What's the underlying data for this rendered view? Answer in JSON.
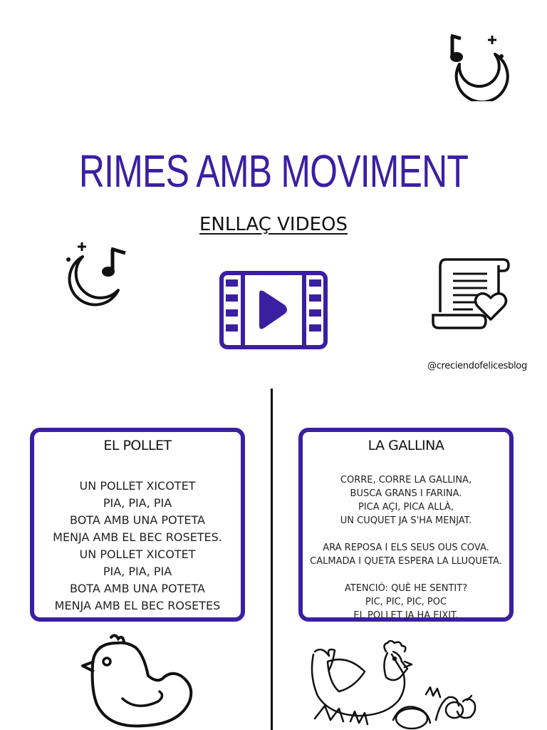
{
  "title": "RIMES AMB MOVIMENT",
  "link_label": "ENLLAÇ VIDEOS",
  "handle": "@creciendofelicesblog",
  "icons": [
    "moon-music-icon",
    "video-play-icon",
    "scroll-heart-icon",
    "chick-illustration",
    "hen-illustration"
  ],
  "colors": {
    "accent": "#3a1fa3",
    "text": "#111111"
  },
  "cards": [
    {
      "title": "EL POLLET",
      "lines": [
        "UN POLLET XICOTET",
        "PIA, PIA, PIA",
        "BOTA AMB UNA POTETA",
        "MENJA AMB EL BEC ROSETES.",
        "UN POLLET XICOTET",
        "PIA, PIA, PIA",
        "BOTA AMB UNA POTETA",
        "MENJA AMB EL BEC ROSETES"
      ]
    },
    {
      "title": "LA GALLINA",
      "stanzas": [
        [
          "CORRE, CORRE LA GALLINA,",
          "BUSCA GRANS I FARINA.",
          "PICA AÇI, PICA ALLÀ,",
          "UN CUQUET JA S'HA MENJAT."
        ],
        [
          "ARA REPOSA I ELS SEUS OUS COVA.",
          "CALMADA I QUETA ESPERA LA LLUQUETA."
        ],
        [
          "ATENCIÓ: QUÈ HE SENTIT?",
          "PIC, PIC, PIC, POC",
          "EL POLLET JA HA EIXIT."
        ]
      ]
    }
  ]
}
